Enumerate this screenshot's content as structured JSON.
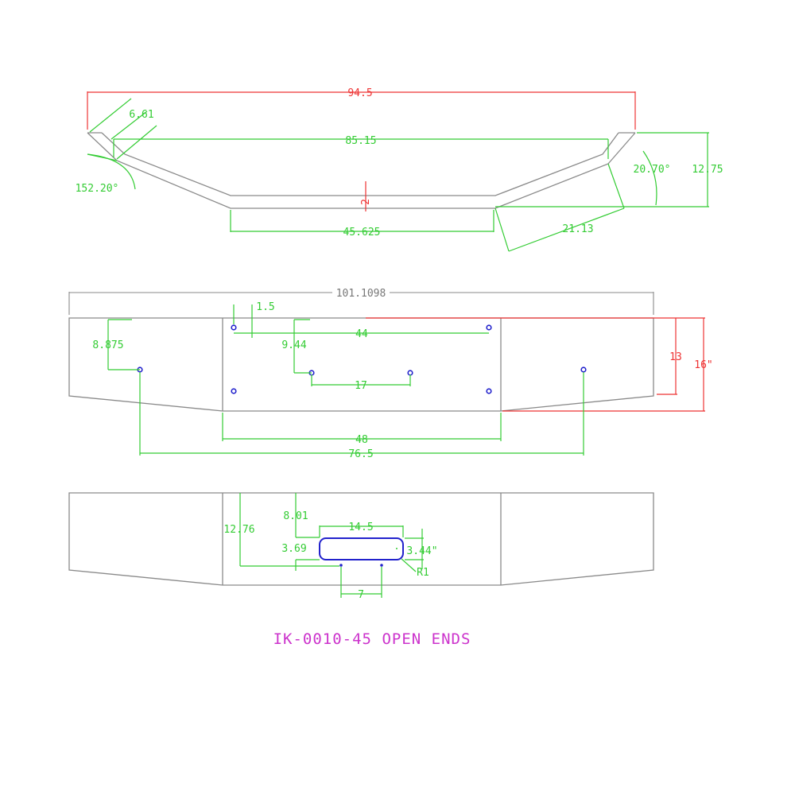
{
  "title": "IK-0010-45 OPEN ENDS",
  "colors": {
    "outline": "#8a8a8a",
    "dimension_green": "#33cc33",
    "dimension_red": "#ee3333",
    "hole_blue": "#2222cc",
    "title_magenta": "#cc33cc"
  },
  "top_view": {
    "overall_width": "94.5",
    "flange": "6.61",
    "inner_width": "85.15",
    "thickness": "2",
    "flat_bottom": "45.625",
    "wing_length": "21.13",
    "end_angle": "152.20°",
    "wing_angle": "20.70°",
    "height": "12.75"
  },
  "front_view": {
    "overall_length": "101.1098",
    "hole_offset": "1.5",
    "end_hole_height": "8.875",
    "center_hole_drop": "9.44",
    "top_hole_spacing": "44",
    "center_hole_spacing": "17",
    "center_height": "13",
    "total_height": "16\"",
    "center_section_width": "48",
    "end_hole_spacing": "76.5"
  },
  "rear_view": {
    "slot_height_from_bottom": "12.76",
    "slot_top": "8.01",
    "slot_width": "14.5",
    "slot_offset": "3.69",
    "slot_height": "3.44\"",
    "slot_radius": "R1",
    "slot_hole_spacing": "7"
  }
}
